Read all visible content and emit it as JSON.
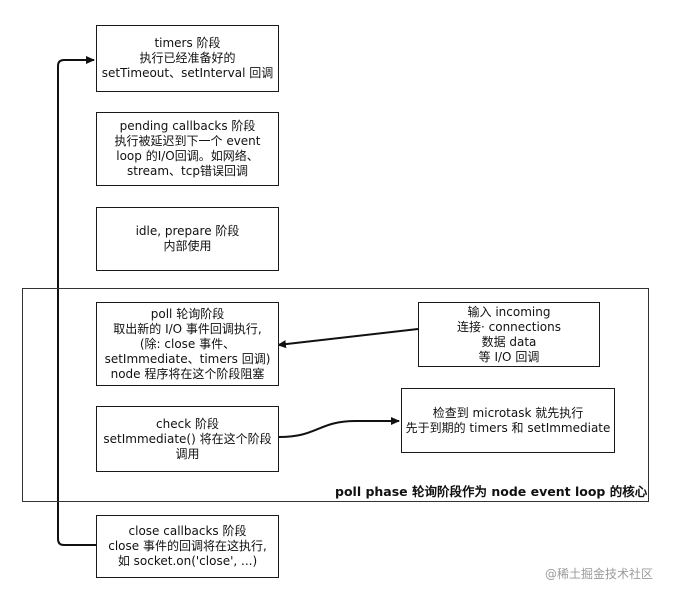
{
  "diagram": {
    "phases": {
      "timers": {
        "lines": [
          "timers 阶段",
          "执行已经准备好的",
          "setTimeout、setInterval 回调"
        ]
      },
      "pending": {
        "lines": [
          "pending callbacks 阶段",
          "执行被延迟到下一个 event",
          "loop 的I/O回调。如网络、",
          "stream、tcp错误回调"
        ]
      },
      "idle": {
        "lines": [
          "idle, prepare 阶段",
          "内部使用"
        ]
      },
      "poll": {
        "lines": [
          "poll 轮询阶段",
          "取出新的 I/O 事件回调执行,",
          "(除: close 事件、",
          "setImmediate、timers 回调)",
          "node 程序将在这个阶段阻塞"
        ]
      },
      "check": {
        "lines": [
          "check 阶段",
          "setImmediate() 将在这个阶段",
          "调用"
        ]
      },
      "close": {
        "lines": [
          "close callbacks 阶段",
          "close 事件的回调将在这执行,",
          "如 socket.on('close', ...)"
        ]
      }
    },
    "side_boxes": {
      "incoming": {
        "lines": [
          "输入 incoming",
          "连接· connections",
          "数据 data",
          "等 I/O 回调"
        ]
      },
      "microtask": {
        "lines": [
          "检查到 microtask 就先执行",
          "先于到期的 timers 和 setImmediate"
        ]
      }
    },
    "poll_phase_caption": "poll phase 轮询阶段作为 node event loop 的核心"
  },
  "watermark": "@稀土掘金技术社区"
}
